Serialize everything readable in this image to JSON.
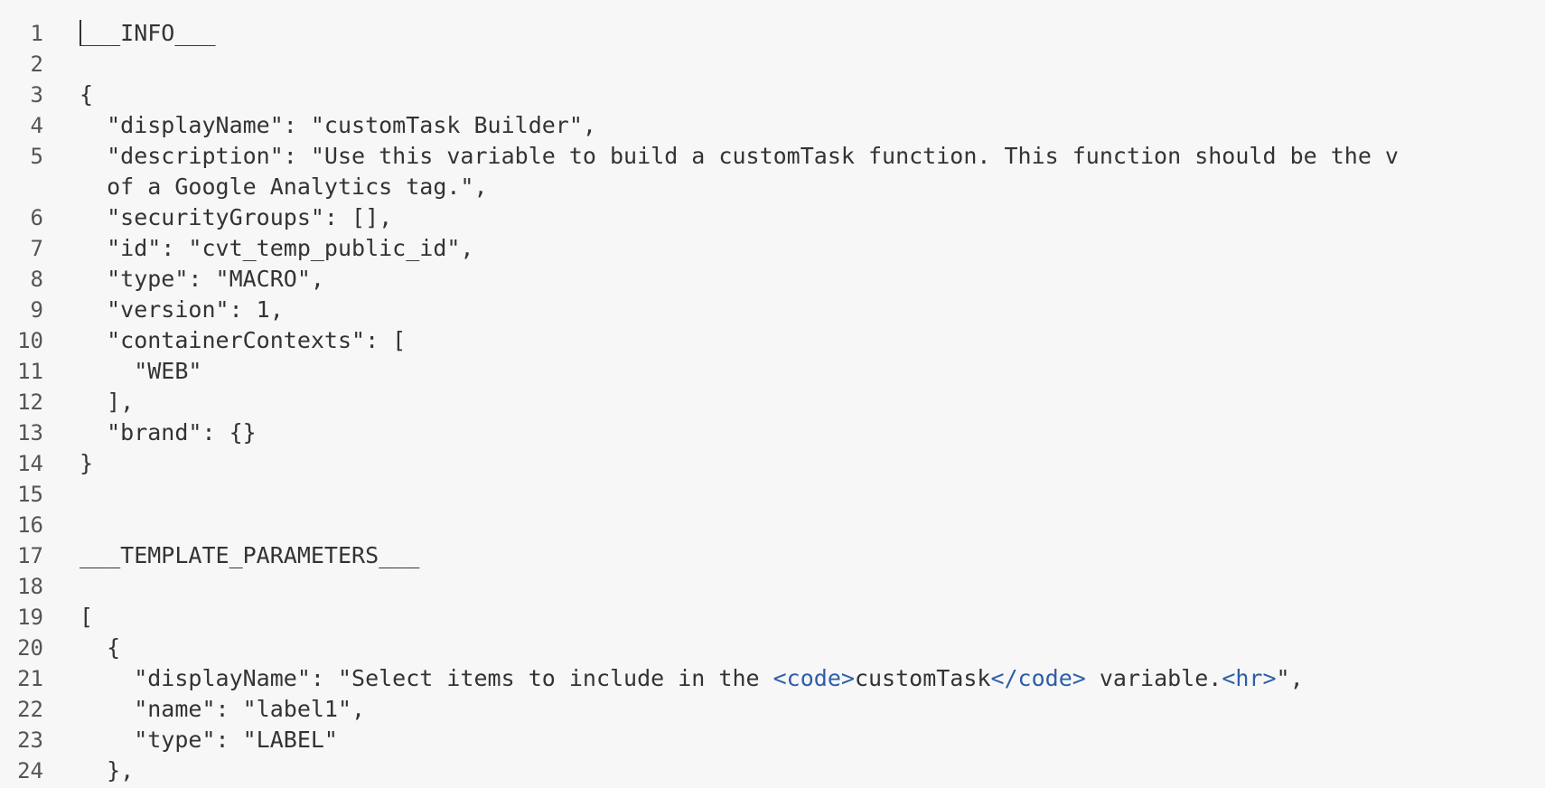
{
  "editor": {
    "lines": [
      {
        "n": "1",
        "text": "___INFO___"
      },
      {
        "n": "2",
        "text": ""
      },
      {
        "n": "3",
        "text": "{"
      },
      {
        "n": "4",
        "text": "  \"displayName\": \"customTask Builder\","
      },
      {
        "n": "5",
        "text": "  \"description\": \"Use this variable to build a customTask function. This function should be the v"
      },
      {
        "n": "",
        "text": "  of a Google Analytics tag.\","
      },
      {
        "n": "6",
        "text": "  \"securityGroups\": [],"
      },
      {
        "n": "7",
        "text": "  \"id\": \"cvt_temp_public_id\","
      },
      {
        "n": "8",
        "text": "  \"type\": \"MACRO\","
      },
      {
        "n": "9",
        "text": "  \"version\": 1,"
      },
      {
        "n": "10",
        "text": "  \"containerContexts\": ["
      },
      {
        "n": "11",
        "text": "    \"WEB\""
      },
      {
        "n": "12",
        "text": "  ],"
      },
      {
        "n": "13",
        "text": "  \"brand\": {}"
      },
      {
        "n": "14",
        "text": "}"
      },
      {
        "n": "15",
        "text": ""
      },
      {
        "n": "16",
        "text": ""
      },
      {
        "n": "17",
        "text": "___TEMPLATE_PARAMETERS___"
      },
      {
        "n": "18",
        "text": ""
      },
      {
        "n": "19",
        "text": "["
      },
      {
        "n": "20",
        "text": "  {"
      },
      {
        "n": "21",
        "parts": [
          {
            "t": "    \"displayName\": \"Select items to include in the ",
            "c": ""
          },
          {
            "t": "<code>",
            "c": "tag"
          },
          {
            "t": "customTask",
            "c": ""
          },
          {
            "t": "</code>",
            "c": "tag"
          },
          {
            "t": " variable.",
            "c": ""
          },
          {
            "t": "<hr>",
            "c": "tag"
          },
          {
            "t": "\",",
            "c": ""
          }
        ]
      },
      {
        "n": "22",
        "text": "    \"name\": \"label1\","
      },
      {
        "n": "23",
        "text": "    \"type\": \"LABEL\""
      },
      {
        "n": "24",
        "text": "  },"
      }
    ]
  },
  "colors": {
    "background": "#f7f7f7",
    "text": "#333333",
    "line_number": "#555555",
    "html_tag": "#2e5ea8"
  }
}
